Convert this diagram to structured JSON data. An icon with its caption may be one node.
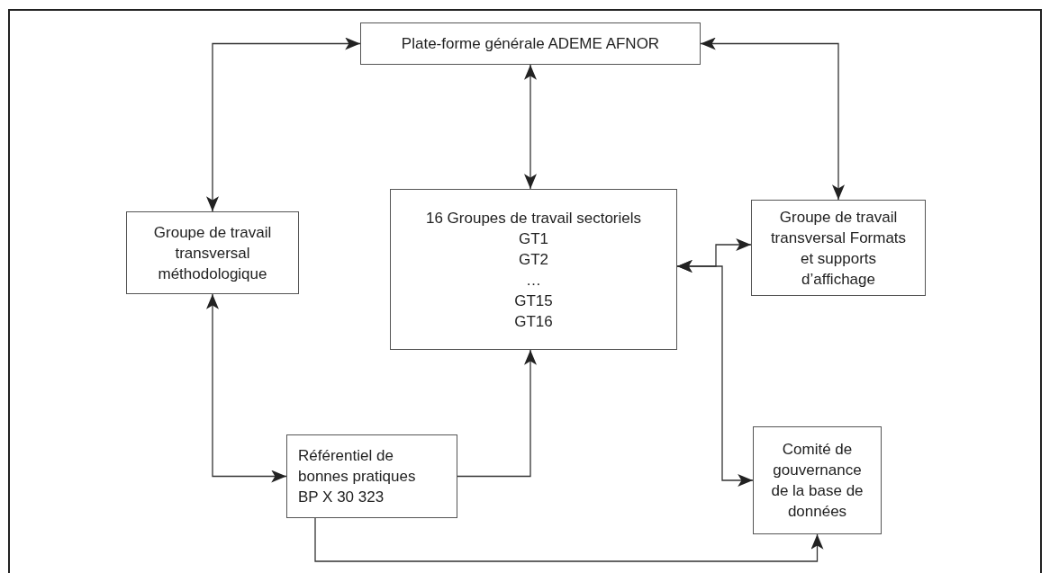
{
  "diagram": {
    "nodes": [
      {
        "text": [
          "Plate-forme générale ADEME AFNOR"
        ]
      },
      {
        "text": [
          "Groupe de travail transversal méthodologique"
        ]
      },
      {
        "text": [
          "16 Groupes de travail sectoriels",
          "GT1",
          "GT2",
          "…",
          "GT15",
          "GT16"
        ]
      },
      {
        "text": [
          "Groupe de travail transversal Formats et supports d’affichage"
        ]
      },
      {
        "text": [
          "Référentiel de bonnes pratiques BP X 30 323"
        ]
      },
      {
        "text": [
          "Comité de gouvernance de la base de données"
        ]
      }
    ],
    "edges": [
      {
        "from": 0,
        "to": 1,
        "arrow": "both"
      },
      {
        "from": 0,
        "to": 2,
        "arrow": "both"
      },
      {
        "from": 0,
        "to": 3,
        "arrow": "both"
      },
      {
        "from": 1,
        "to": 4,
        "arrow": "both"
      },
      {
        "from": 4,
        "to": 2,
        "arrow": "to"
      },
      {
        "from": 4,
        "to": 5,
        "arrow": "to"
      },
      {
        "from": 2,
        "to": 3,
        "arrow": "both"
      },
      {
        "from": 2,
        "to": 5,
        "arrow": "both"
      }
    ]
  }
}
